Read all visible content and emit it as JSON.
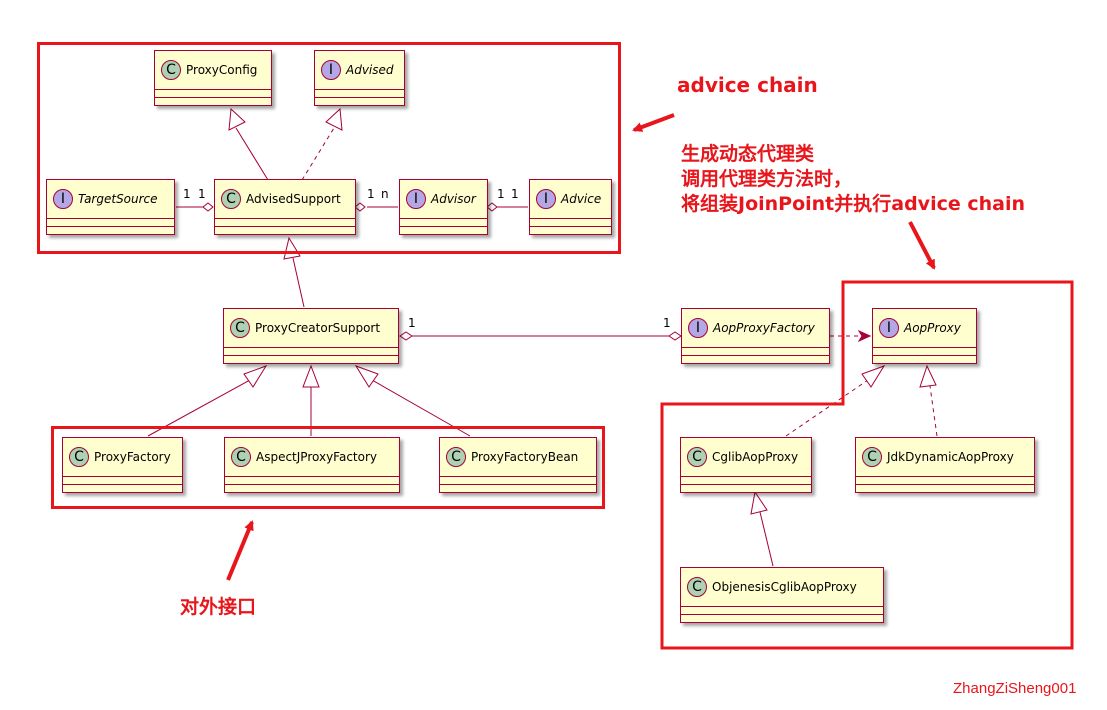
{
  "classes": {
    "proxy_config": {
      "stereo": "C",
      "name": "ProxyConfig"
    },
    "advised": {
      "stereo": "I",
      "name": "Advised"
    },
    "target_source": {
      "stereo": "I",
      "name": "TargetSource"
    },
    "advised_support": {
      "stereo": "C",
      "name": "AdvisedSupport"
    },
    "advisor": {
      "stereo": "I",
      "name": "Advisor"
    },
    "advice": {
      "stereo": "I",
      "name": "Advice"
    },
    "proxy_creator_support": {
      "stereo": "C",
      "name": "ProxyCreatorSupport"
    },
    "aop_proxy_factory": {
      "stereo": "I",
      "name": "AopProxyFactory"
    },
    "aop_proxy": {
      "stereo": "I",
      "name": "AopProxy"
    },
    "proxy_factory": {
      "stereo": "C",
      "name": "ProxyFactory"
    },
    "aspectj_proxy_factory": {
      "stereo": "C",
      "name": "AspectJProxyFactory"
    },
    "proxy_factory_bean": {
      "stereo": "C",
      "name": "ProxyFactoryBean"
    },
    "cglib_aop_proxy": {
      "stereo": "C",
      "name": "CglibAopProxy"
    },
    "jdk_dynamic_aop_proxy": {
      "stereo": "C",
      "name": "JdkDynamicAopProxy"
    },
    "objenesis_cglib_aop_proxy": {
      "stereo": "C",
      "name": "ObjenesisCglibAopProxy"
    }
  },
  "multiplicities": {
    "ts_left": "1",
    "ts_right": "1",
    "as_advisor": "1",
    "advisor_n": "n",
    "advisor_1": "1",
    "advice_1": "1",
    "pcs_1": "1",
    "apf_1": "1"
  },
  "annotations": {
    "advice_chain": "advice chain",
    "dynamic_line1": "生成动态代理类",
    "dynamic_line2": "调用代理类方法时，",
    "dynamic_line3": "将组装JoinPoint并执行advice chain",
    "external_interface": "对外接口"
  },
  "watermark": "ZhangZiSheng001",
  "colors": {
    "class_fill": "#FEFECE",
    "class_border": "#A80036",
    "class_circle": "#ADD1B2",
    "interface_circle": "#B4A7E5",
    "annotation_red": "#E8161B"
  }
}
